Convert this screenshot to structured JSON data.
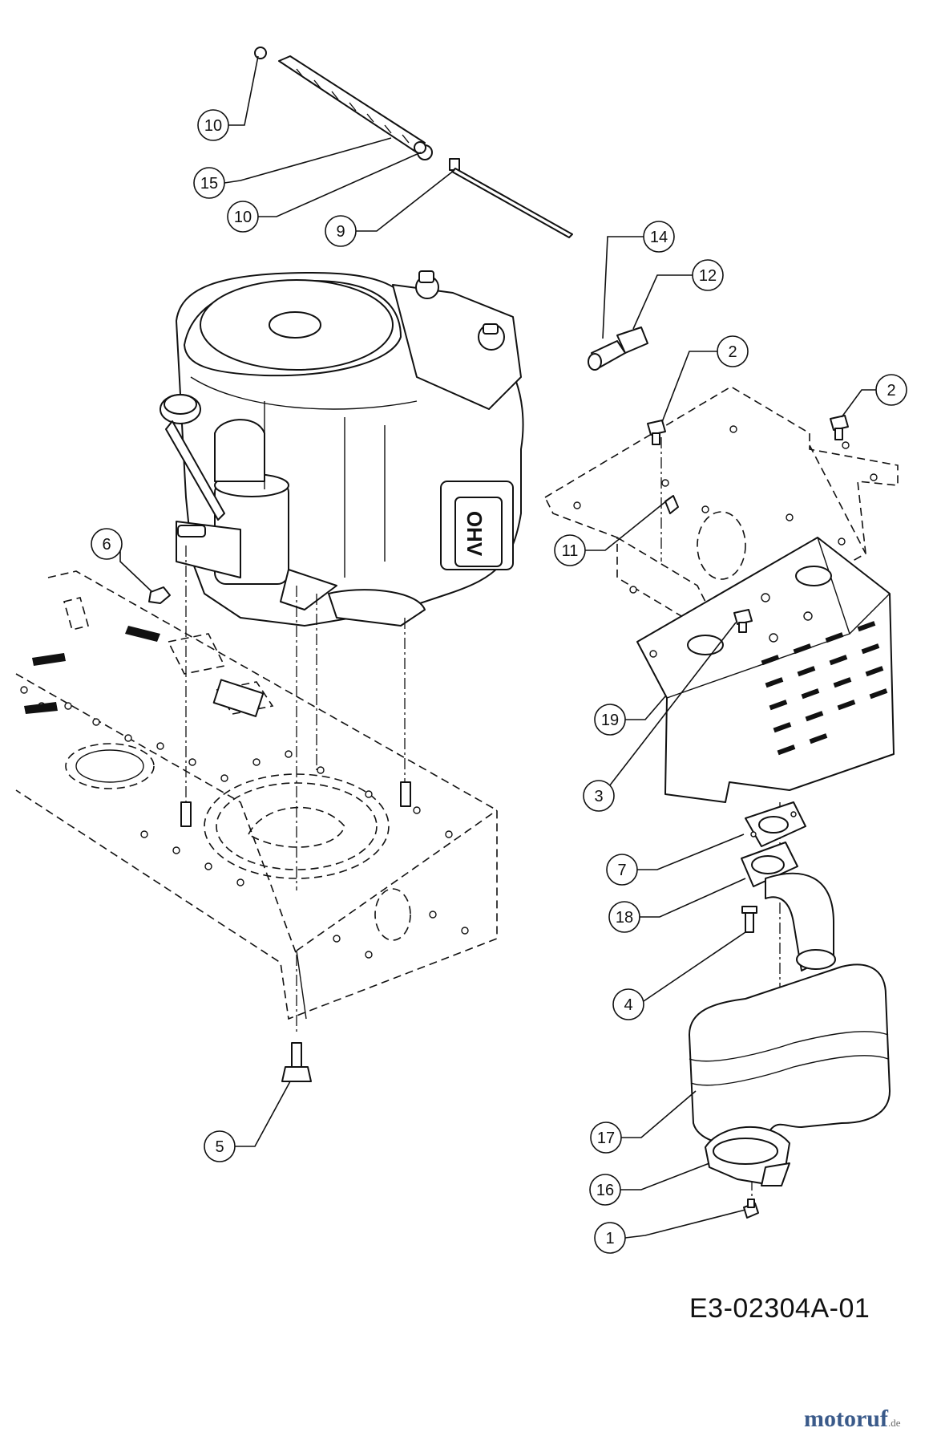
{
  "drawing_code": "E3-02304A-01",
  "watermark": {
    "brand": "motoruf",
    "suffix": ".de"
  },
  "callouts": [
    {
      "id": "c10a",
      "label": "10"
    },
    {
      "id": "c15",
      "label": "15"
    },
    {
      "id": "c10b",
      "label": "10"
    },
    {
      "id": "c9",
      "label": "9"
    },
    {
      "id": "c14",
      "label": "14"
    },
    {
      "id": "c12",
      "label": "12"
    },
    {
      "id": "c2a",
      "label": "2"
    },
    {
      "id": "c2b",
      "label": "2"
    },
    {
      "id": "c6",
      "label": "6"
    },
    {
      "id": "c11",
      "label": "11"
    },
    {
      "id": "c19",
      "label": "19"
    },
    {
      "id": "c3",
      "label": "3"
    },
    {
      "id": "c7",
      "label": "7"
    },
    {
      "id": "c18",
      "label": "18"
    },
    {
      "id": "c4",
      "label": "4"
    },
    {
      "id": "c5",
      "label": "5"
    },
    {
      "id": "c17",
      "label": "17"
    },
    {
      "id": "c16",
      "label": "16"
    },
    {
      "id": "c1",
      "label": "1"
    }
  ],
  "engine_badge": "OHV"
}
